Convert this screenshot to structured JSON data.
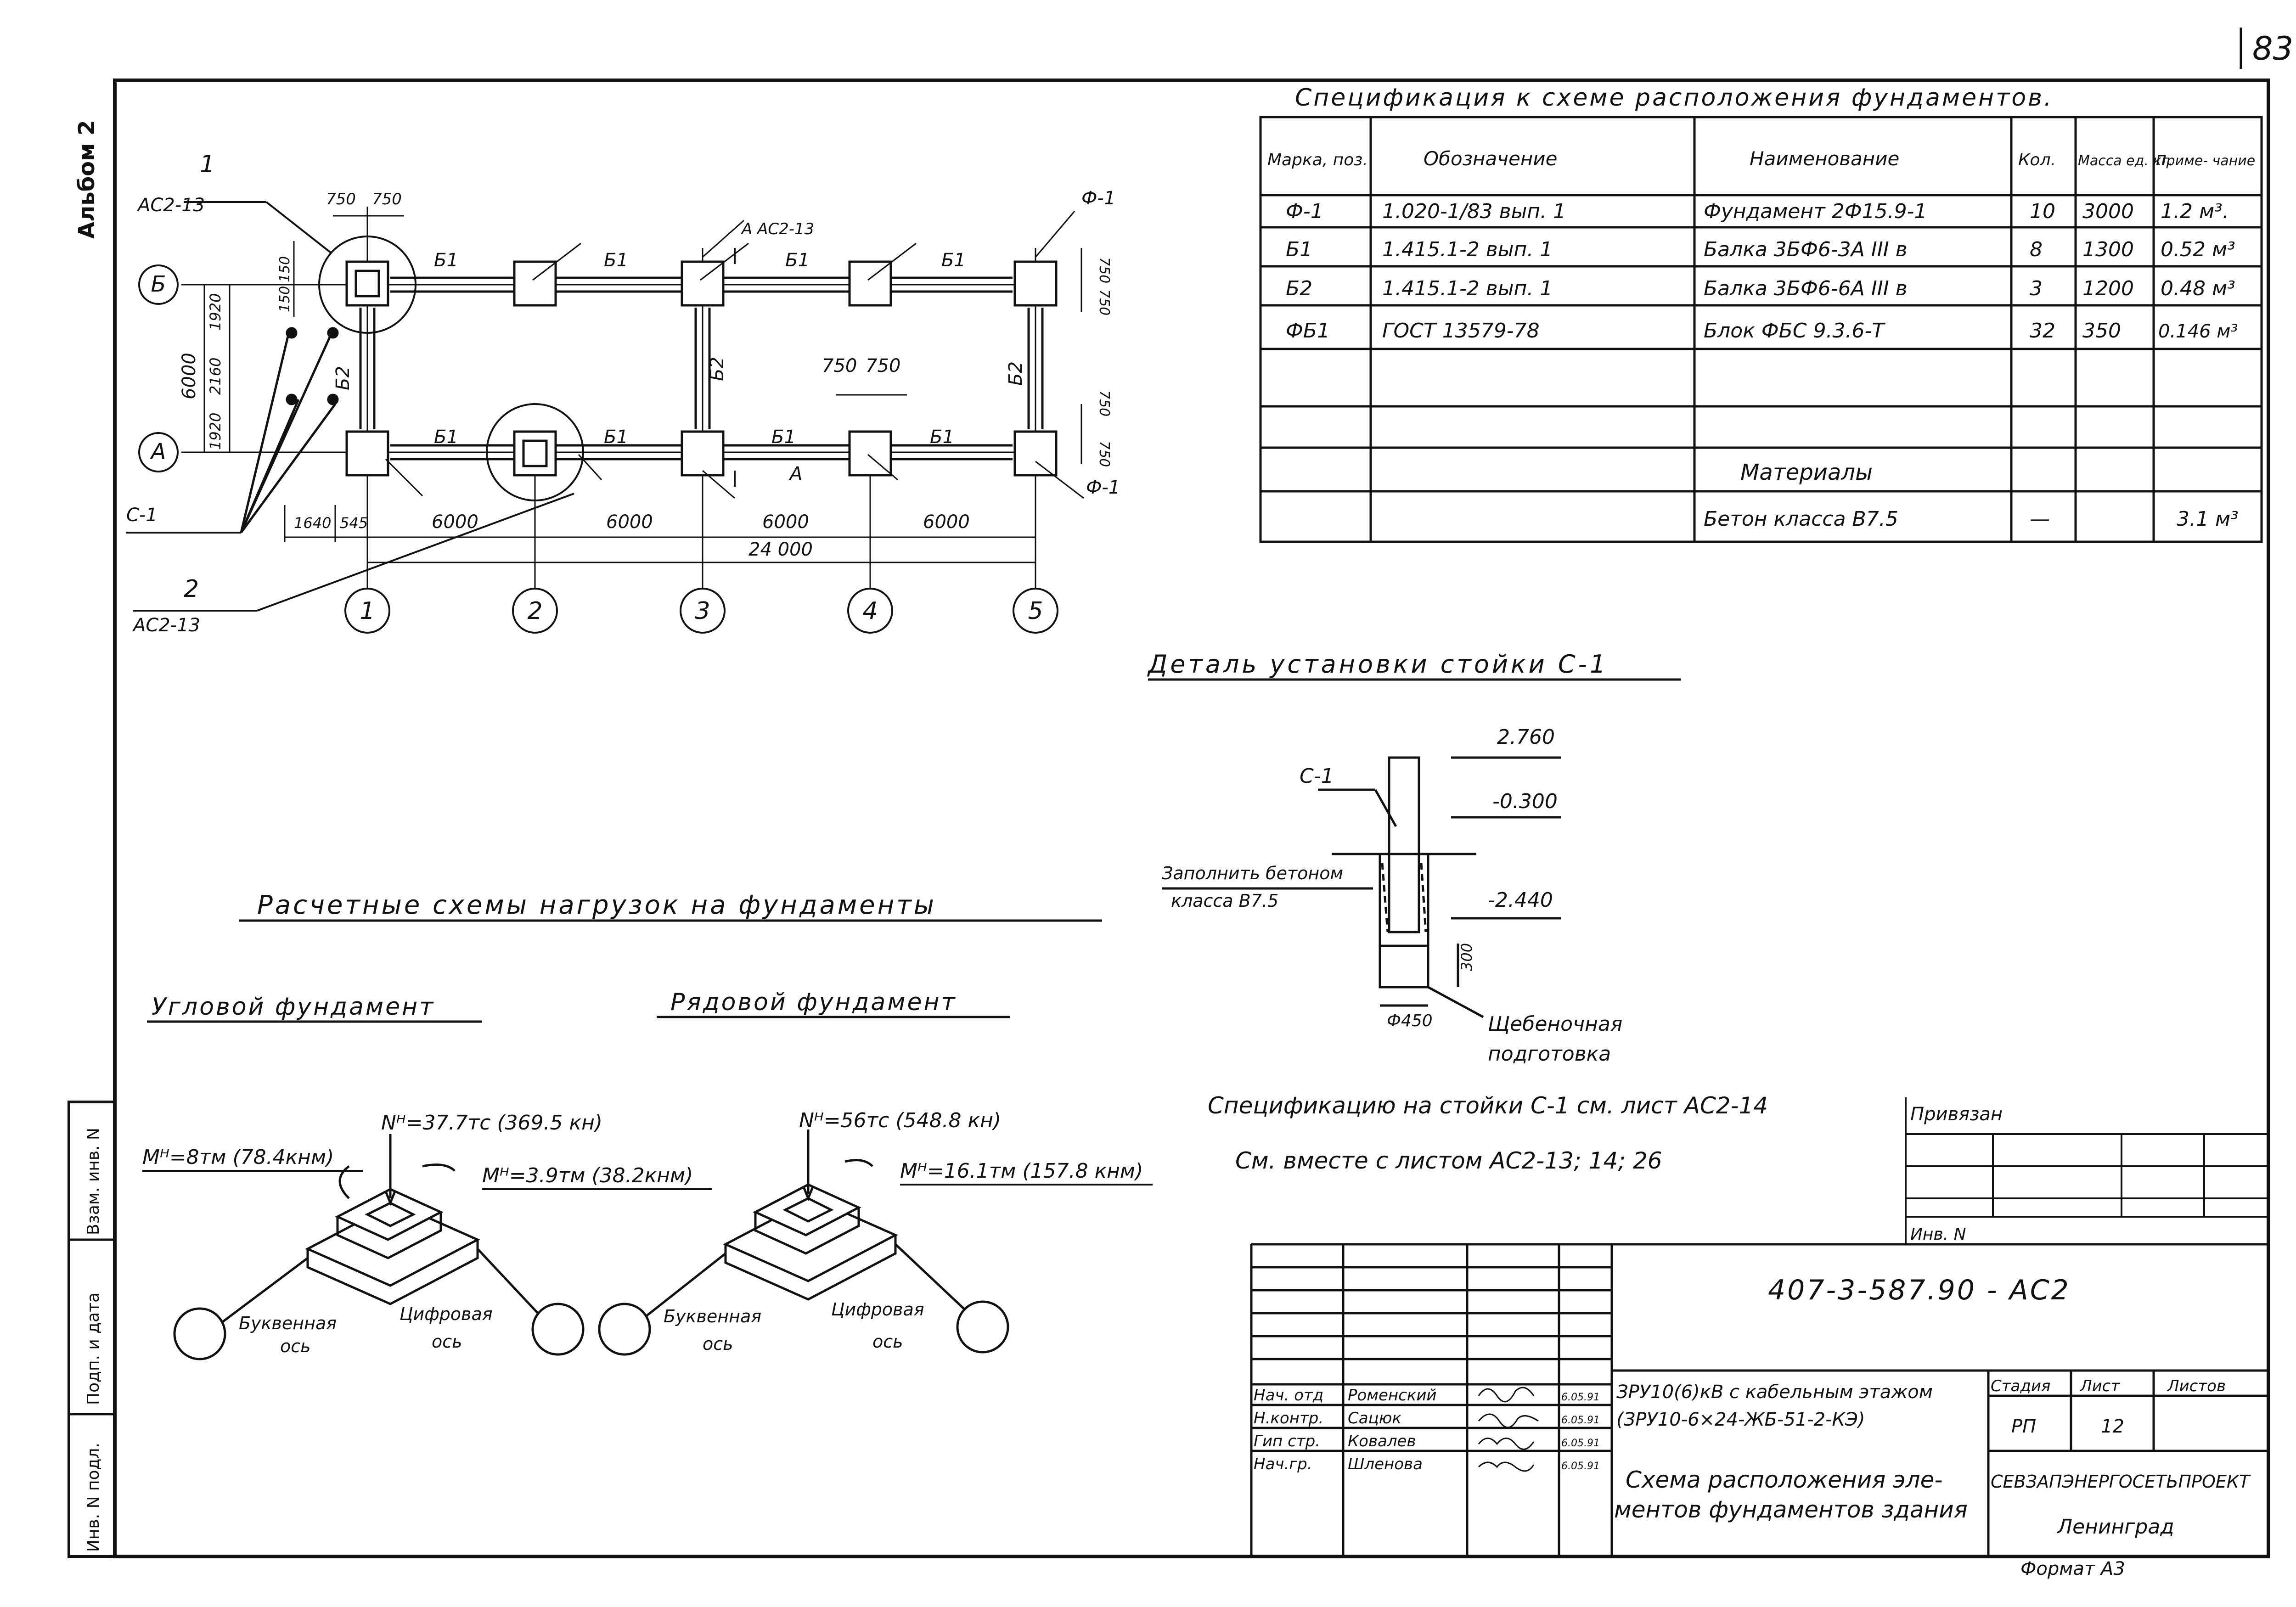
{
  "page_number": "83",
  "album_label": "Альбом 2",
  "spec": {
    "title": "Спецификация к схеме расположения фундаментов.",
    "headers": [
      "Марка, поз.",
      "Обозначение",
      "Наименование",
      "Кол.",
      "Масса ед. кг.",
      "Приме- чание"
    ],
    "rows": [
      [
        "Ф-1",
        "1.020-1/83  вып. 1",
        "Фундамент 2Ф15.9-1",
        "10",
        "3000",
        "1.2 м³."
      ],
      [
        "Б1",
        "1.415.1-2  вып. 1",
        "Балка 3БФ6-3А III в",
        "8",
        "1300",
        "0.52 м³"
      ],
      [
        "Б2",
        "1.415.1-2  вып. 1",
        "Балка 3БФ6-6А III в",
        "3",
        "1200",
        "0.48 м³"
      ],
      [
        "ФБ1",
        "ГОСТ 13579-78",
        "Блок ФБС 9.3.6-Т",
        "32",
        "350",
        "0.146 м³"
      ]
    ],
    "materials_label": "Материалы",
    "materials_row": [
      "Бетон класса В7.5",
      "—",
      "",
      "3.1 м³"
    ]
  },
  "plan": {
    "callout1_num": "1",
    "callout1_ref": "АС2-13",
    "callout2_num": "2",
    "callout2_ref": "АС2-13",
    "section_label": "А",
    "section_ref": "А АС2-13",
    "axis_letters": [
      "Б",
      "А"
    ],
    "axis_numbers": [
      "1",
      "2",
      "3",
      "4",
      "5"
    ],
    "beam_b1": "Б1",
    "beam_b2": "Б2",
    "found_label": "Ф-1",
    "post_label": "С-1",
    "dims": {
      "top_750a": "750",
      "top_750b": "750",
      "mid_750a": "750",
      "mid_750b": "750",
      "v_150a": "150",
      "v_150b": "150",
      "v_1920a": "1920",
      "v_2160": "2160",
      "v_1920b": "1920",
      "v_6000": "6000",
      "r_750a": "750",
      "r_750b": "750",
      "r2_750a": "750",
      "r2_750b": "750",
      "d_1640": "1640",
      "d_545": "545",
      "spans": [
        "6000",
        "6000",
        "6000",
        "6000"
      ],
      "total": "24 000"
    }
  },
  "detail": {
    "title": "Деталь установки стойки С-1",
    "post": "С-1",
    "lvl_top": "2.760",
    "lvl_ground": "-0.300",
    "lvl_bottom": "-2.440",
    "fill_note_line1": "Заполнить бетоном",
    "fill_note_line2": "класса В7.5",
    "dim_300": "300",
    "dia": "Ф450",
    "gravel_line1": "Щебеночная",
    "gravel_line2": "подготовка",
    "note1": "Спецификацию на стойки С-1 см. лист АС2-14",
    "note2": "См. вместе с листом АС2-13; 14; 26"
  },
  "loads": {
    "title": "Расчетные схемы нагрузок на фундаменты",
    "corner": {
      "title": "Угловой фундамент",
      "m_left": "Mᴴ=8тм (78.4кнм)",
      "n": "Nᴴ=37.7тс (369.5 кн)",
      "m_right": "Mᴴ=3.9тм (38.2кнм)",
      "letter_axis_1": "Буквенная",
      "letter_axis_2": "ось",
      "digit_axis_1": "Цифровая",
      "digit_axis_2": "ось"
    },
    "row": {
      "title": "Рядовой фундамент",
      "n": "Nᴴ=56тс (548.8 кн)",
      "m_right": "Mᴴ=16.1тм (157.8 кнм)",
      "letter_axis_1": "Буквенная",
      "letter_axis_2": "ось",
      "digit_axis_1": "Цифровая",
      "digit_axis_2": "ось"
    }
  },
  "binding": {
    "label": "Привязан",
    "inv": "Инв. N"
  },
  "stamp": {
    "code": "407-3-587.90 - АС2",
    "project": "ЗРУ10(6)кВ с кабельным этажом",
    "project2": "(ЗРУ10-6×24-ЖБ-51-2-КЭ)",
    "sheet_title_1": "Схема расположения эле-",
    "sheet_title_2": "ментов фундаментов здания",
    "stage_label": "Стадия",
    "sheet_label": "Лист",
    "sheets_label": "Листов",
    "stage": "РП",
    "sheet": "12",
    "sheets": "",
    "org": "СЕВЗАПЭНЕРГОСЕТЬПРОЕКТ",
    "city": "Ленинград",
    "people": [
      {
        "role": "Нач. отд",
        "name": "Роменский",
        "date": "6.05.91"
      },
      {
        "role": "Н.контр.",
        "name": "Сацюк",
        "date": "6.05.91"
      },
      {
        "role": "Гип стр.",
        "name": "Ковалев",
        "date": "6.05.91"
      },
      {
        "role": "Нач.гр.",
        "name": "Шленова",
        "date": "6.05.91"
      }
    ]
  },
  "side_stamp": [
    "Инв. N подл.",
    "Подп. и дата",
    "Взам. инв. N"
  ],
  "format": "Формат А3"
}
